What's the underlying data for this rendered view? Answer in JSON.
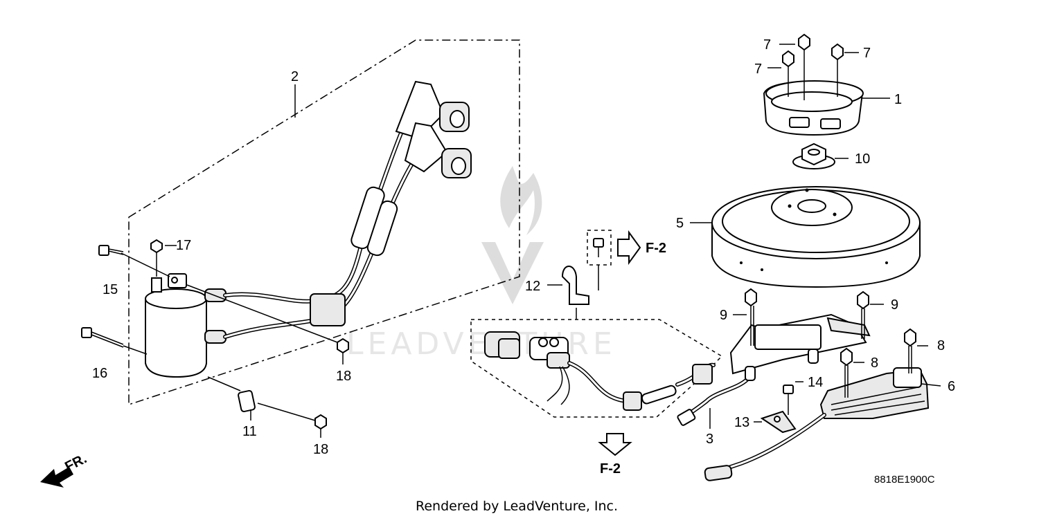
{
  "diagram": {
    "callouts": [
      {
        "id": "c1",
        "text": "1"
      },
      {
        "id": "c2",
        "text": "2"
      },
      {
        "id": "c3",
        "text": "3"
      },
      {
        "id": "c5",
        "text": "5"
      },
      {
        "id": "c6",
        "text": "6"
      },
      {
        "id": "c7a",
        "text": "7"
      },
      {
        "id": "c7b",
        "text": "7"
      },
      {
        "id": "c7c",
        "text": "7"
      },
      {
        "id": "c8a",
        "text": "8"
      },
      {
        "id": "c8b",
        "text": "8"
      },
      {
        "id": "c9a",
        "text": "9"
      },
      {
        "id": "c9b",
        "text": "9"
      },
      {
        "id": "c10",
        "text": "10"
      },
      {
        "id": "c11",
        "text": "11"
      },
      {
        "id": "c12",
        "text": "12"
      },
      {
        "id": "c13",
        "text": "13"
      },
      {
        "id": "c14",
        "text": "14"
      },
      {
        "id": "c15",
        "text": "15"
      },
      {
        "id": "c16",
        "text": "16"
      },
      {
        "id": "c17",
        "text": "17"
      },
      {
        "id": "c18a",
        "text": "18"
      },
      {
        "id": "c18b",
        "text": "18"
      }
    ],
    "refs": {
      "upper": "F-2",
      "lower": "F-2"
    },
    "direction_label": "FR.",
    "diagram_code": "8818E1900C",
    "footer": "Rendered by LeadVenture, Inc.",
    "watermark": "LEADVENTURE"
  }
}
